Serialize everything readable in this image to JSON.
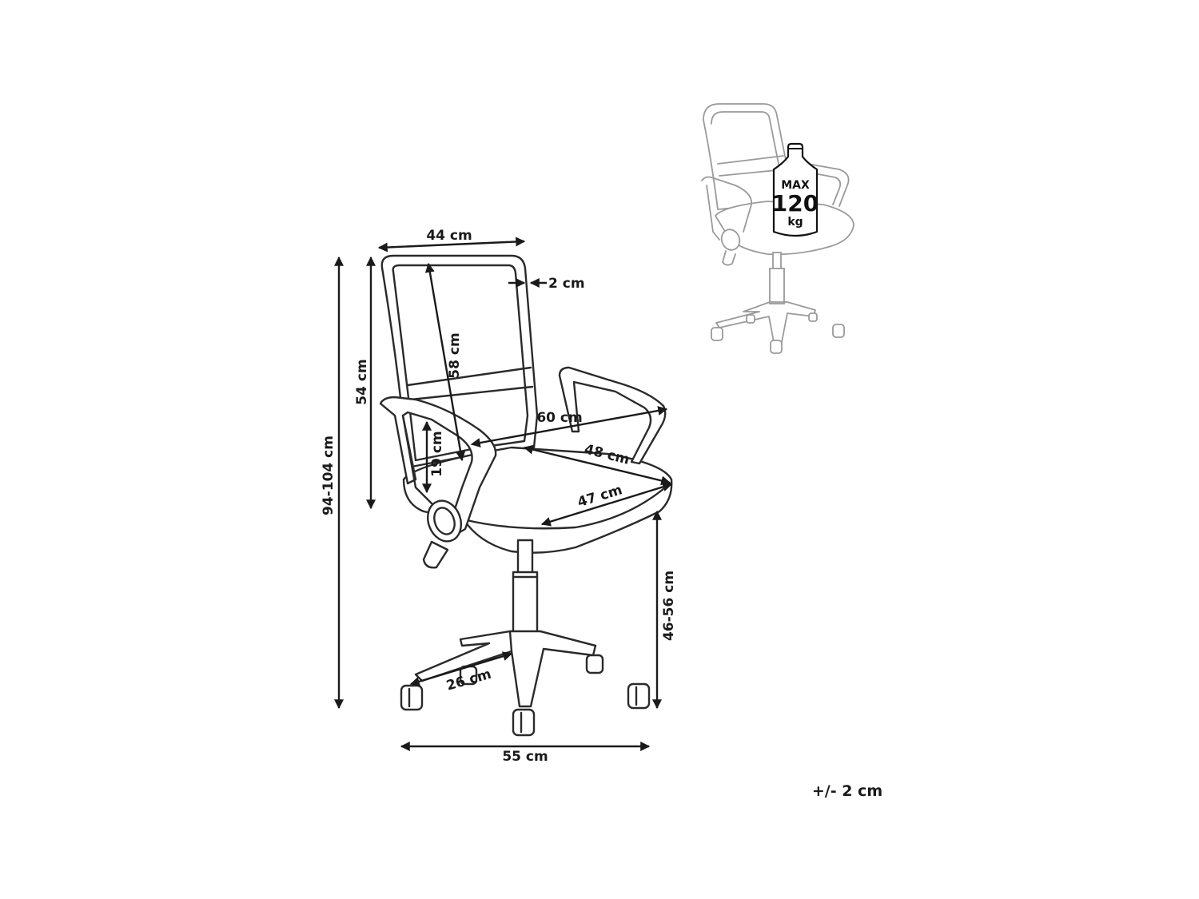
{
  "dimensions": {
    "top_width": "44 cm",
    "frame_thickness": "2 cm",
    "backrest_length": "58 cm",
    "backrest_height": "54 cm",
    "total_height": "94-104 cm",
    "armrest_height": "19 cm",
    "total_width": "60 cm",
    "seat_depth": "48 cm",
    "seat_width": "47 cm",
    "seat_height": "46-56 cm",
    "base_leg": "26 cm",
    "base_width": "55 cm"
  },
  "max_load": {
    "label": "MAX",
    "value": "120",
    "unit": "kg"
  },
  "tolerance": "+/- 2 cm"
}
